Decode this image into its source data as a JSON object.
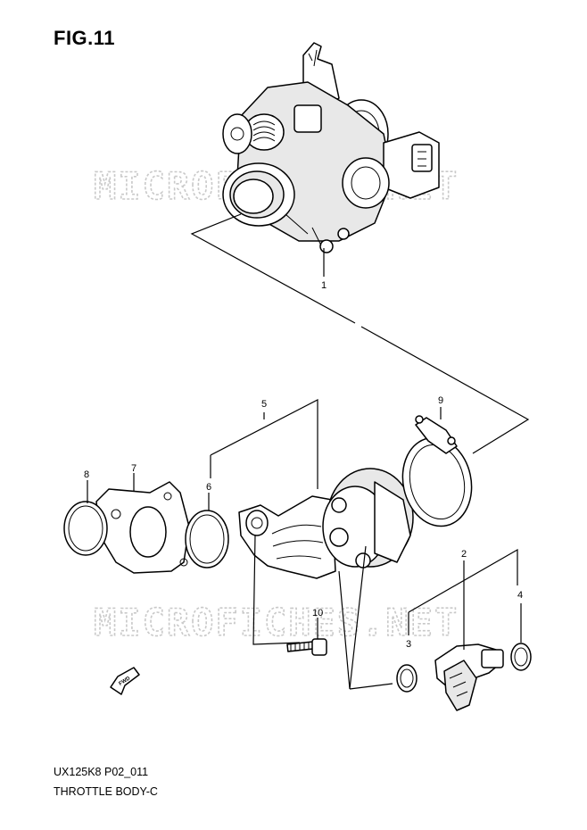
{
  "figure": {
    "title": "FIG.11"
  },
  "footer": {
    "code": "UX125K8 P02_011",
    "name": "THROTTLE BODY-C"
  },
  "watermark": {
    "text": "MICROFICHES.NET"
  },
  "direction_marker": {
    "label": "FWD"
  },
  "callouts": {
    "c1": "1",
    "c2": "2",
    "c3": "3",
    "c4": "4",
    "c5": "5",
    "c6": "6",
    "c7": "7",
    "c8": "8",
    "c9": "9",
    "c10": "10"
  }
}
